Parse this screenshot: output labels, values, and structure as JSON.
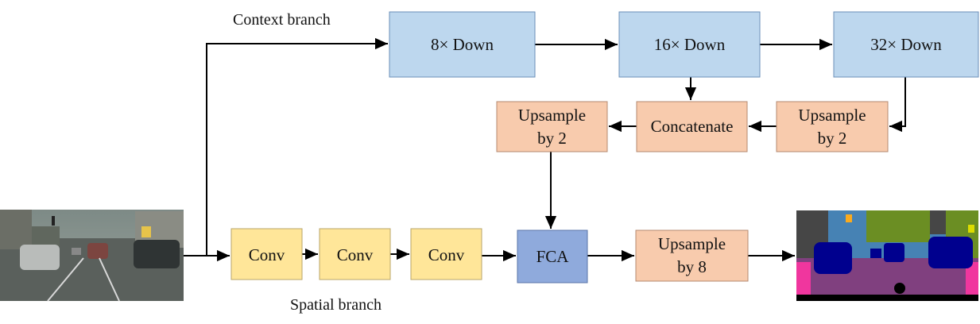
{
  "labels": {
    "context_branch": "Context branch",
    "spatial_branch": "Spatial branch"
  },
  "blocks": {
    "down8": "8× Down",
    "down16": "16× Down",
    "down32": "32× Down",
    "concat": "Concatenate",
    "up2_right": [
      "Upsample",
      "by 2"
    ],
    "up2_left": [
      "Upsample",
      "by 2"
    ],
    "conv1": "Conv",
    "conv2": "Conv",
    "conv3": "Conv",
    "fca": "FCA",
    "up8": [
      "Upsample",
      "by 8"
    ]
  },
  "colors": {
    "down_fill": "#bdd7ee",
    "down_stroke": "#6b8fb8",
    "upsample_fill": "#f8cbad",
    "upsample_stroke": "#b58a70",
    "conv_fill": "#ffe699",
    "conv_stroke": "#b8a56a",
    "fca_fill": "#8faadc",
    "fca_stroke": "#5a74a8"
  }
}
